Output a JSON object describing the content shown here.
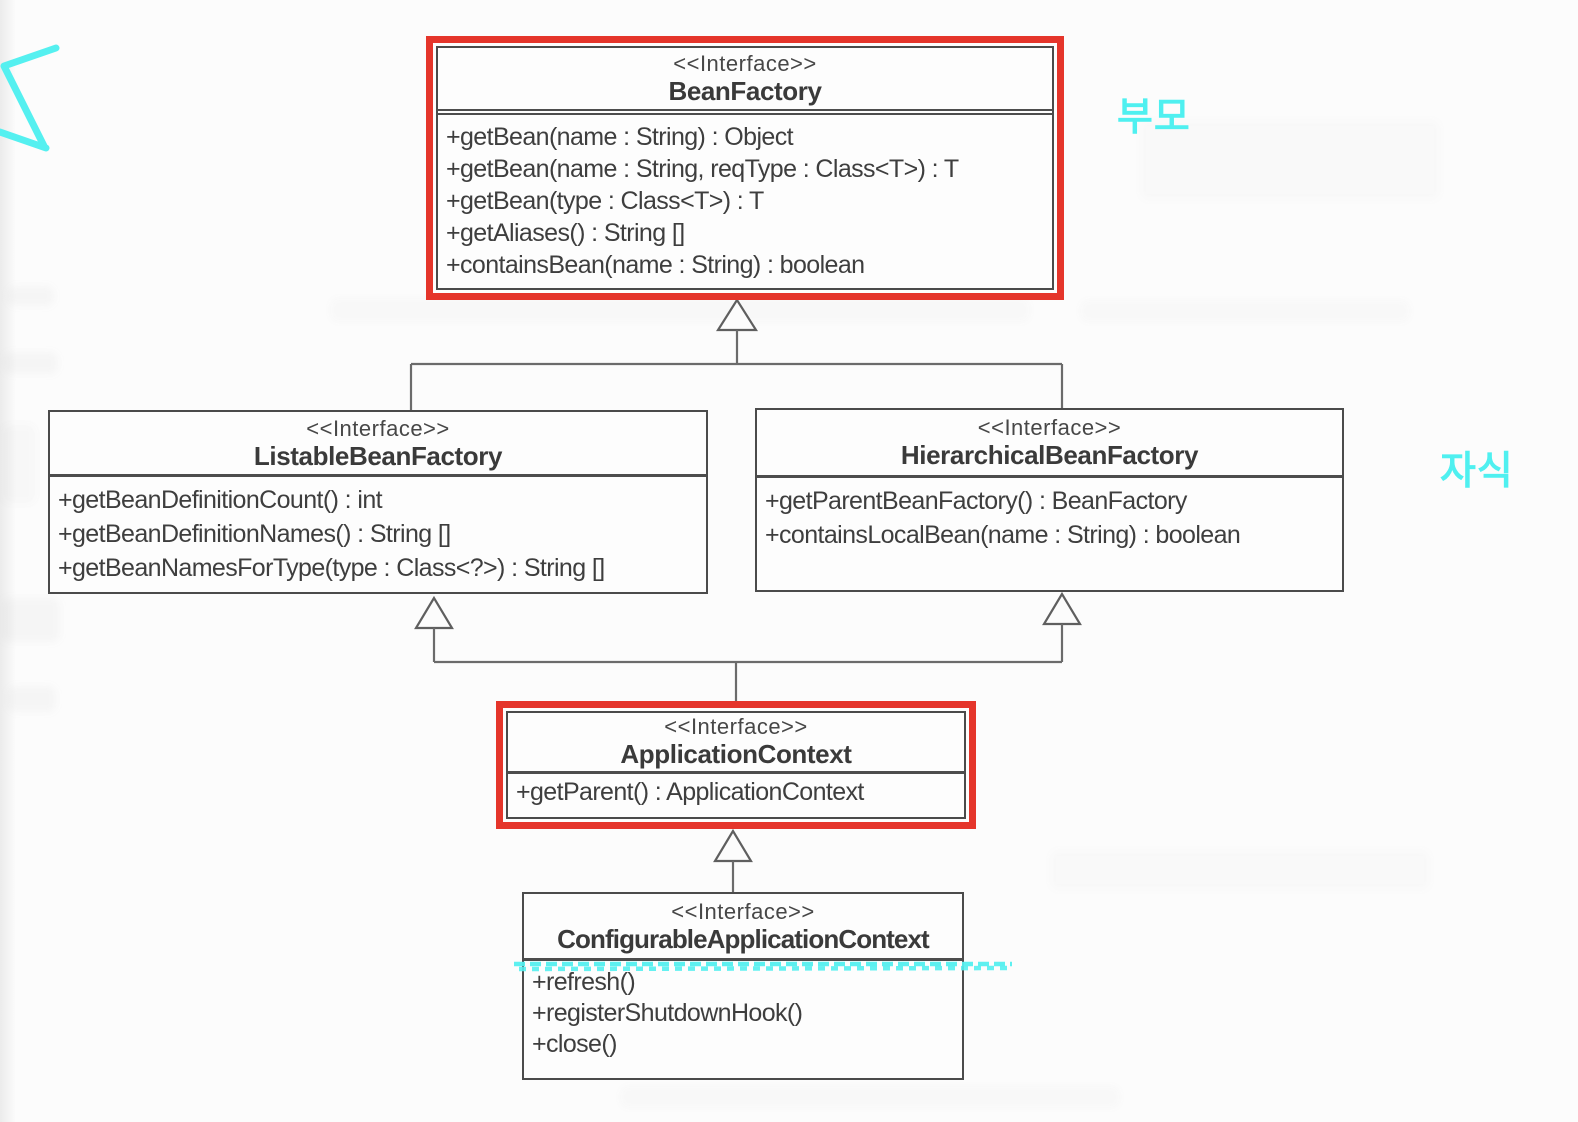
{
  "page": {
    "background": "#fcfcfc"
  },
  "colors": {
    "highlight_red": "#e5352b",
    "annotation_cyan": "#4ff0f0",
    "box_border": "#4b4b4b",
    "connector_gray": "#6b6b6b",
    "text_dark": "#3e3e3e"
  },
  "diagram": {
    "type": "uml-class-diagram",
    "classes": [
      {
        "id": "bean-factory",
        "stereotype": "<<Interface>>",
        "name": "BeanFactory",
        "highlight": "red-box",
        "methods": [
          "+getBean(name : String) : Object",
          "+getBean(name : String, reqType : Class<T>) : T",
          "+getBean(type : Class<T>) : T",
          "+getAliases() : String []",
          "+containsBean(name : String) : boolean"
        ]
      },
      {
        "id": "listable-bean-factory",
        "stereotype": "<<Interface>>",
        "name": "ListableBeanFactory",
        "highlight": "none",
        "methods": [
          "+getBeanDefinitionCount() : int",
          "+getBeanDefinitionNames() : String []",
          "+getBeanNamesForType(type : Class<?>) : String []"
        ]
      },
      {
        "id": "hierarchical-bean-factory",
        "stereotype": "<<Interface>>",
        "name": "HierarchicalBeanFactory",
        "highlight": "none",
        "methods": [
          "+getParentBeanFactory() : BeanFactory",
          "+containsLocalBean(name : String) : boolean"
        ]
      },
      {
        "id": "application-context",
        "stereotype": "<<Interface>>",
        "name": "ApplicationContext",
        "highlight": "red-box",
        "methods": [
          "+getParent() : ApplicationContext"
        ]
      },
      {
        "id": "configurable-application-context",
        "stereotype": "<<Interface>>",
        "name": "ConfigurableApplicationContext",
        "highlight": "cyan-underline",
        "methods": [
          "+refresh()",
          "+registerShutdownHook()",
          "+close()"
        ]
      }
    ],
    "relationships": [
      {
        "from": "ListableBeanFactory",
        "to": "BeanFactory",
        "type": "generalization"
      },
      {
        "from": "HierarchicalBeanFactory",
        "to": "BeanFactory",
        "type": "generalization"
      },
      {
        "from": "ApplicationContext",
        "to": "ListableBeanFactory",
        "type": "generalization"
      },
      {
        "from": "ApplicationContext",
        "to": "HierarchicalBeanFactory",
        "type": "generalization"
      },
      {
        "from": "ConfigurableApplicationContext",
        "to": "ApplicationContext",
        "type": "generalization"
      }
    ],
    "annotations": [
      {
        "id": "parent-label",
        "text": "부모"
      },
      {
        "id": "child-label",
        "text": "자식"
      }
    ]
  }
}
